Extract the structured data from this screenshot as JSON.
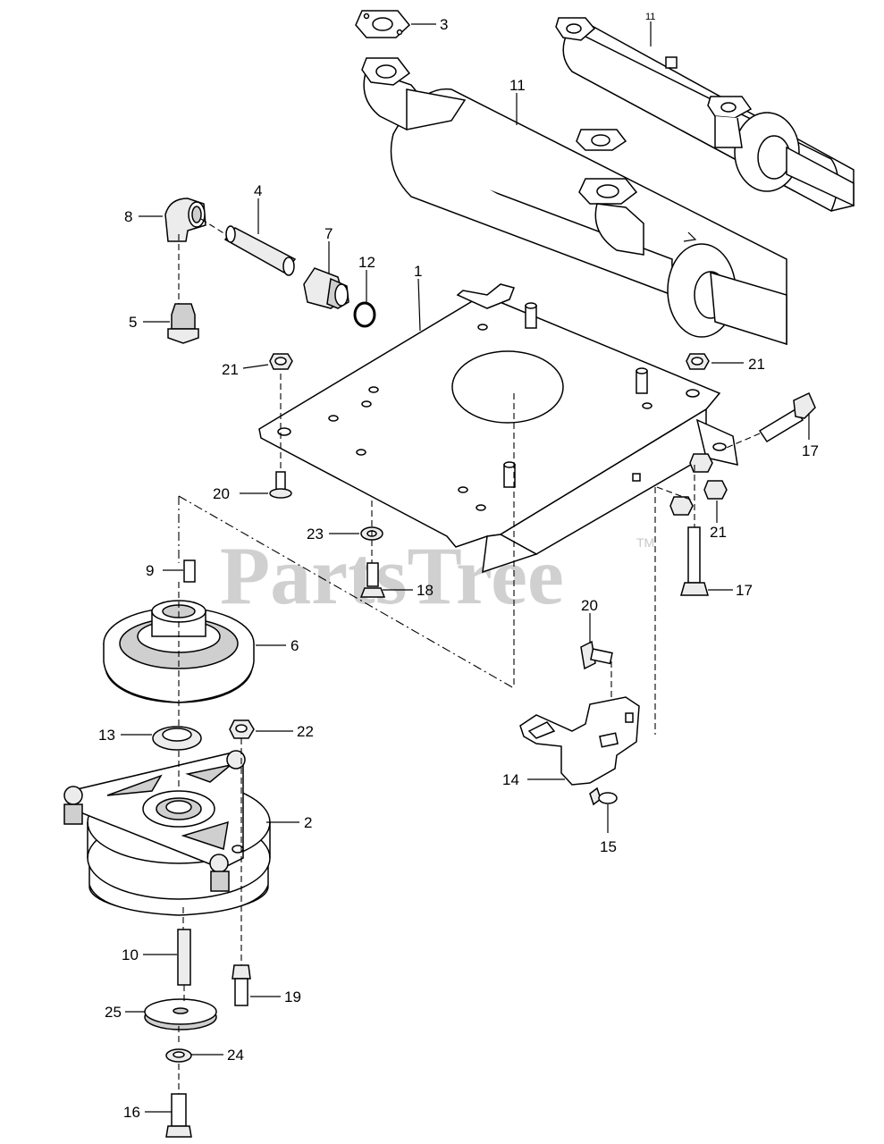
{
  "watermark": {
    "brand": "PartsTree",
    "trademark": "TM"
  },
  "inset_label": "11",
  "callouts": [
    {
      "id": "c1",
      "label": "1"
    },
    {
      "id": "c2",
      "label": "2"
    },
    {
      "id": "c3",
      "label": "3"
    },
    {
      "id": "c4",
      "label": "4"
    },
    {
      "id": "c5",
      "label": "5"
    },
    {
      "id": "c6",
      "label": "6"
    },
    {
      "id": "c7",
      "label": "7"
    },
    {
      "id": "c8",
      "label": "8"
    },
    {
      "id": "c9",
      "label": "9"
    },
    {
      "id": "c10",
      "label": "10"
    },
    {
      "id": "c11",
      "label": "11"
    },
    {
      "id": "c12",
      "label": "12"
    },
    {
      "id": "c13",
      "label": "13"
    },
    {
      "id": "c14",
      "label": "14"
    },
    {
      "id": "c15",
      "label": "15"
    },
    {
      "id": "c16",
      "label": "16"
    },
    {
      "id": "c17a",
      "label": "17"
    },
    {
      "id": "c17b",
      "label": "17"
    },
    {
      "id": "c18",
      "label": "18"
    },
    {
      "id": "c19",
      "label": "19"
    },
    {
      "id": "c20a",
      "label": "20"
    },
    {
      "id": "c20b",
      "label": "20"
    },
    {
      "id": "c21a",
      "label": "21"
    },
    {
      "id": "c21b",
      "label": "21"
    },
    {
      "id": "c21c",
      "label": "21"
    },
    {
      "id": "c22",
      "label": "22"
    },
    {
      "id": "c23",
      "label": "23"
    },
    {
      "id": "c24",
      "label": "24"
    },
    {
      "id": "c25",
      "label": "25"
    }
  ]
}
